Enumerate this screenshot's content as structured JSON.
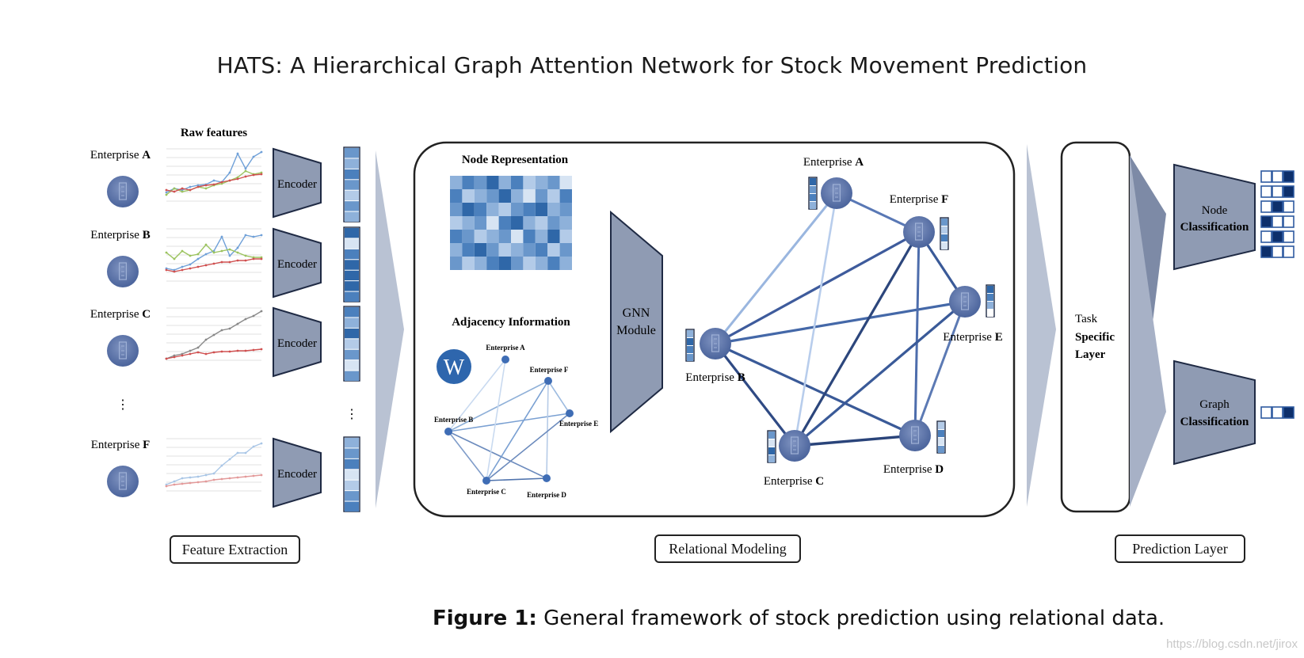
{
  "title": "HATS: A Hierarchical Graph Attention Network for Stock Movement Prediction",
  "caption": {
    "label": "Figure 1:",
    "text": "General framework of stock prediction using relational data."
  },
  "watermark": "https://blog.csdn.net/jirox",
  "raw_features_label": "Raw features",
  "enterprise_prefix": "Enterprise",
  "left_enterprises": [
    "A",
    "B",
    "C",
    "F"
  ],
  "encoder_label": "Encoder",
  "vertical_ellipsis": "⋮",
  "node_representation_label": "Node Representation",
  "adjacency_label": "Adjacency Information",
  "wiki_letter": "W",
  "gnn_label": [
    "GNN",
    "Module"
  ],
  "graph_nodes": [
    {
      "id": "A",
      "label": "Enterprise A"
    },
    {
      "id": "F",
      "label": "Enterprise F"
    },
    {
      "id": "E",
      "label": "Enterprise E"
    },
    {
      "id": "B",
      "label": "Enterprise B"
    },
    {
      "id": "C",
      "label": "Enterprise C"
    },
    {
      "id": "D",
      "label": "Enterprise D"
    }
  ],
  "task_layer_label": [
    "Task",
    "Specific",
    "Layer"
  ],
  "node_classification": [
    "Node",
    "Classification"
  ],
  "graph_classification": [
    "Graph",
    "Classification"
  ],
  "sections": {
    "feature_extraction": "Feature Extraction",
    "relational_modeling": "Relational Modeling",
    "prediction_layer": "Prediction Layer"
  },
  "colors": {
    "node": "#5b73a8",
    "encoder": "#8f9bb3",
    "dark": "#1e3a6e",
    "light": "#b8cbe6"
  }
}
